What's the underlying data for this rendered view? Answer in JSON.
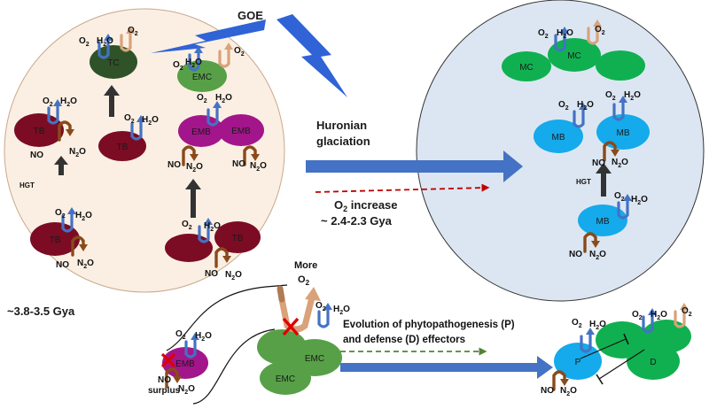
{
  "event": {
    "goe": "GOE"
  },
  "huronian": {
    "line1": "Huronian",
    "line2": "glaciation"
  },
  "oxygen": {
    "symbol": "O",
    "sub": "2",
    "increase": " increase",
    "dates": "~ 2.4-2.3 Gya"
  },
  "early": {
    "date": "~3.8-3.5 Gya"
  },
  "cells": {
    "tc": "TC",
    "emc": "EMC",
    "tb": "TB",
    "emb": "EMB",
    "mc": "MC",
    "mb": "MB",
    "p": "P",
    "d": "D"
  },
  "molecules": {
    "o": "O",
    "two": "2",
    "h": "H",
    "ho": "O",
    "n": "N",
    "no": "NO"
  },
  "transfer": {
    "hgt": "HGT"
  },
  "bottom": {
    "more": "More",
    "surplus": "surplus",
    "evolution_line1": "Evolution of phytopathogenesis (P)",
    "evolution_line2": "and  defense (D) effectors"
  },
  "colors": {
    "early_panel": "#fbefe3",
    "late_panel": "#dce6f2",
    "tb": "#7b0c24",
    "emb": "#a3158b",
    "tc": "#2f5228",
    "emc": "#57a047",
    "mc": "#10b050",
    "mb": "#14aaeb",
    "o2_hook": "#4472c4",
    "o2_hook_light": "#d9a27a",
    "no_hook": "#8a4a1a",
    "arrow_blue": "#4472c4",
    "arrow_dark": "#333333",
    "dash_red": "#c00000",
    "dash_green": "#548235",
    "lightning": "#2f63d6"
  }
}
